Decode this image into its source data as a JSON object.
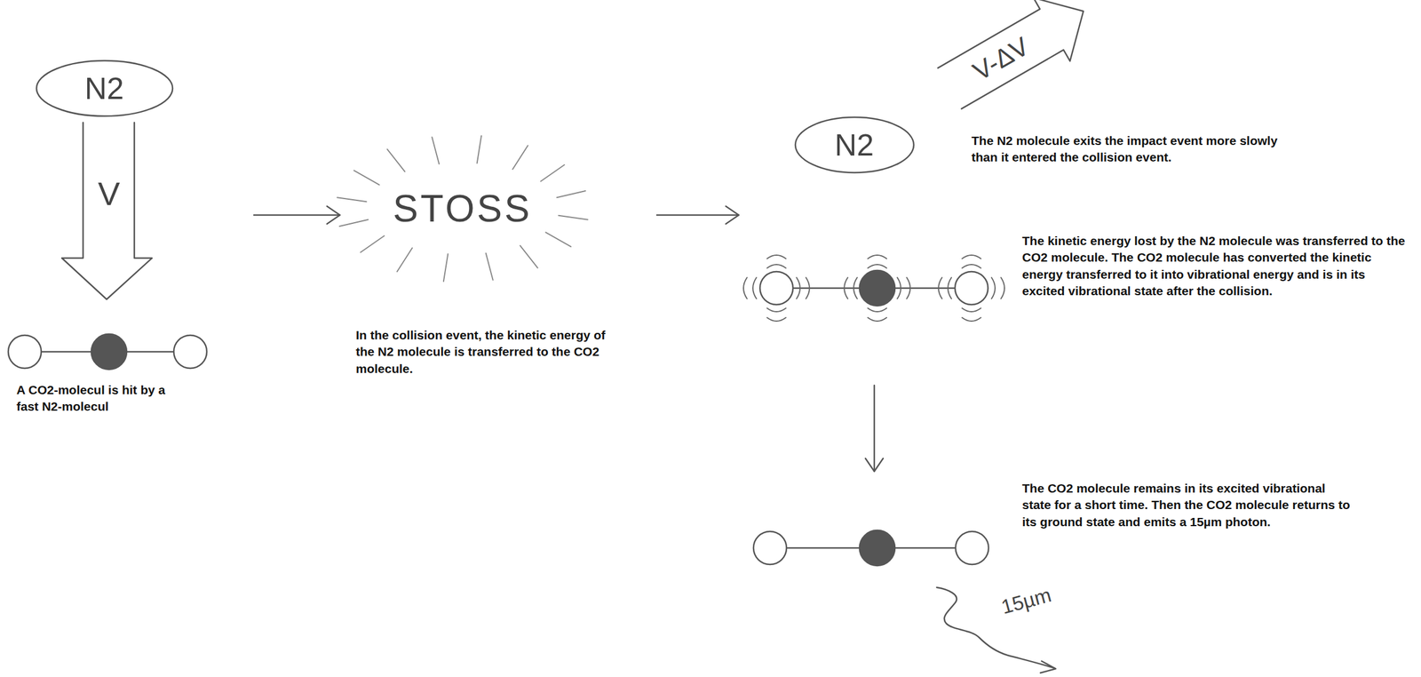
{
  "diagram": {
    "nodes": [
      {
        "text": [
          "N2"
        ]
      },
      {
        "text": [
          "N2"
        ]
      }
    ],
    "labels": [
      "V",
      "A CO2-molecul is hit by a fast N2-molecul",
      "STOSS",
      "In the collision event, the kinetic energy of the N2 molecule is transferred to the CO2 molecule.",
      "V-ΔV",
      "The N2 molecule exits the impact event more slowly than it entered the collision event.",
      "The kinetic energy lost by the N2 molecule was transferred to the CO2 molecule. The CO2 molecule has converted the kinetic energy transferred to it into vibrational energy and is in its excited vibrational state after the collision.",
      "The CO2 molecule remains in its excited vibrational state for a short time. Then the CO2 molecule returns to its ground state and emits a 15µm photon.",
      "15µm"
    ]
  }
}
